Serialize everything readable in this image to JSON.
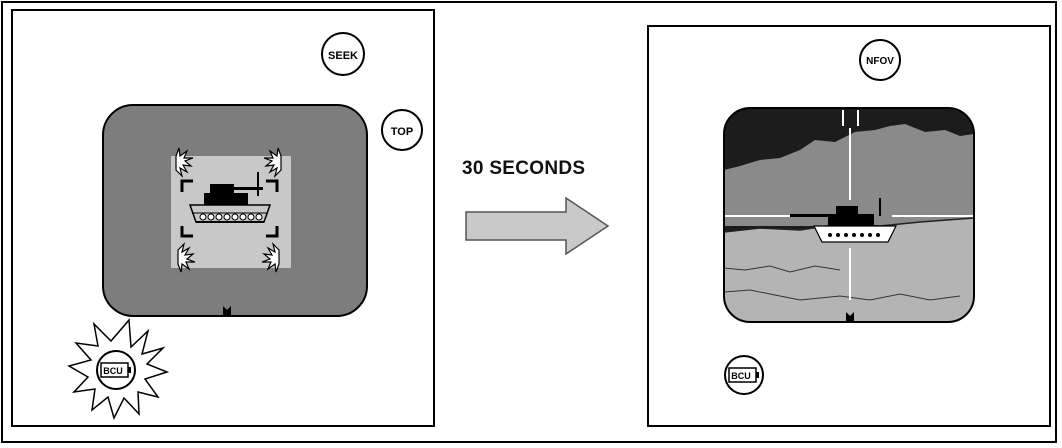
{
  "transition": {
    "label": "30 SECONDS"
  },
  "left_display": {
    "buttons": {
      "seek": "SEEK",
      "top": "TOP",
      "bcu": "BCU"
    }
  },
  "right_display": {
    "buttons": {
      "nfov": "NFOV",
      "bcu": "BCU"
    }
  },
  "colors": {
    "frame": "#000000",
    "dark_field": "#7d7d7d",
    "sky": "#1c1c1c",
    "cloud": "#8a8a8a",
    "ground": "#b4b4b4",
    "arrow_fill": "#c9c9c9"
  },
  "icons": [
    "seek-button-icon",
    "top-button-icon",
    "bcu-battery-icon",
    "nfov-button-icon",
    "tank-icon",
    "starburst-icon",
    "arrow-right-icon"
  ]
}
